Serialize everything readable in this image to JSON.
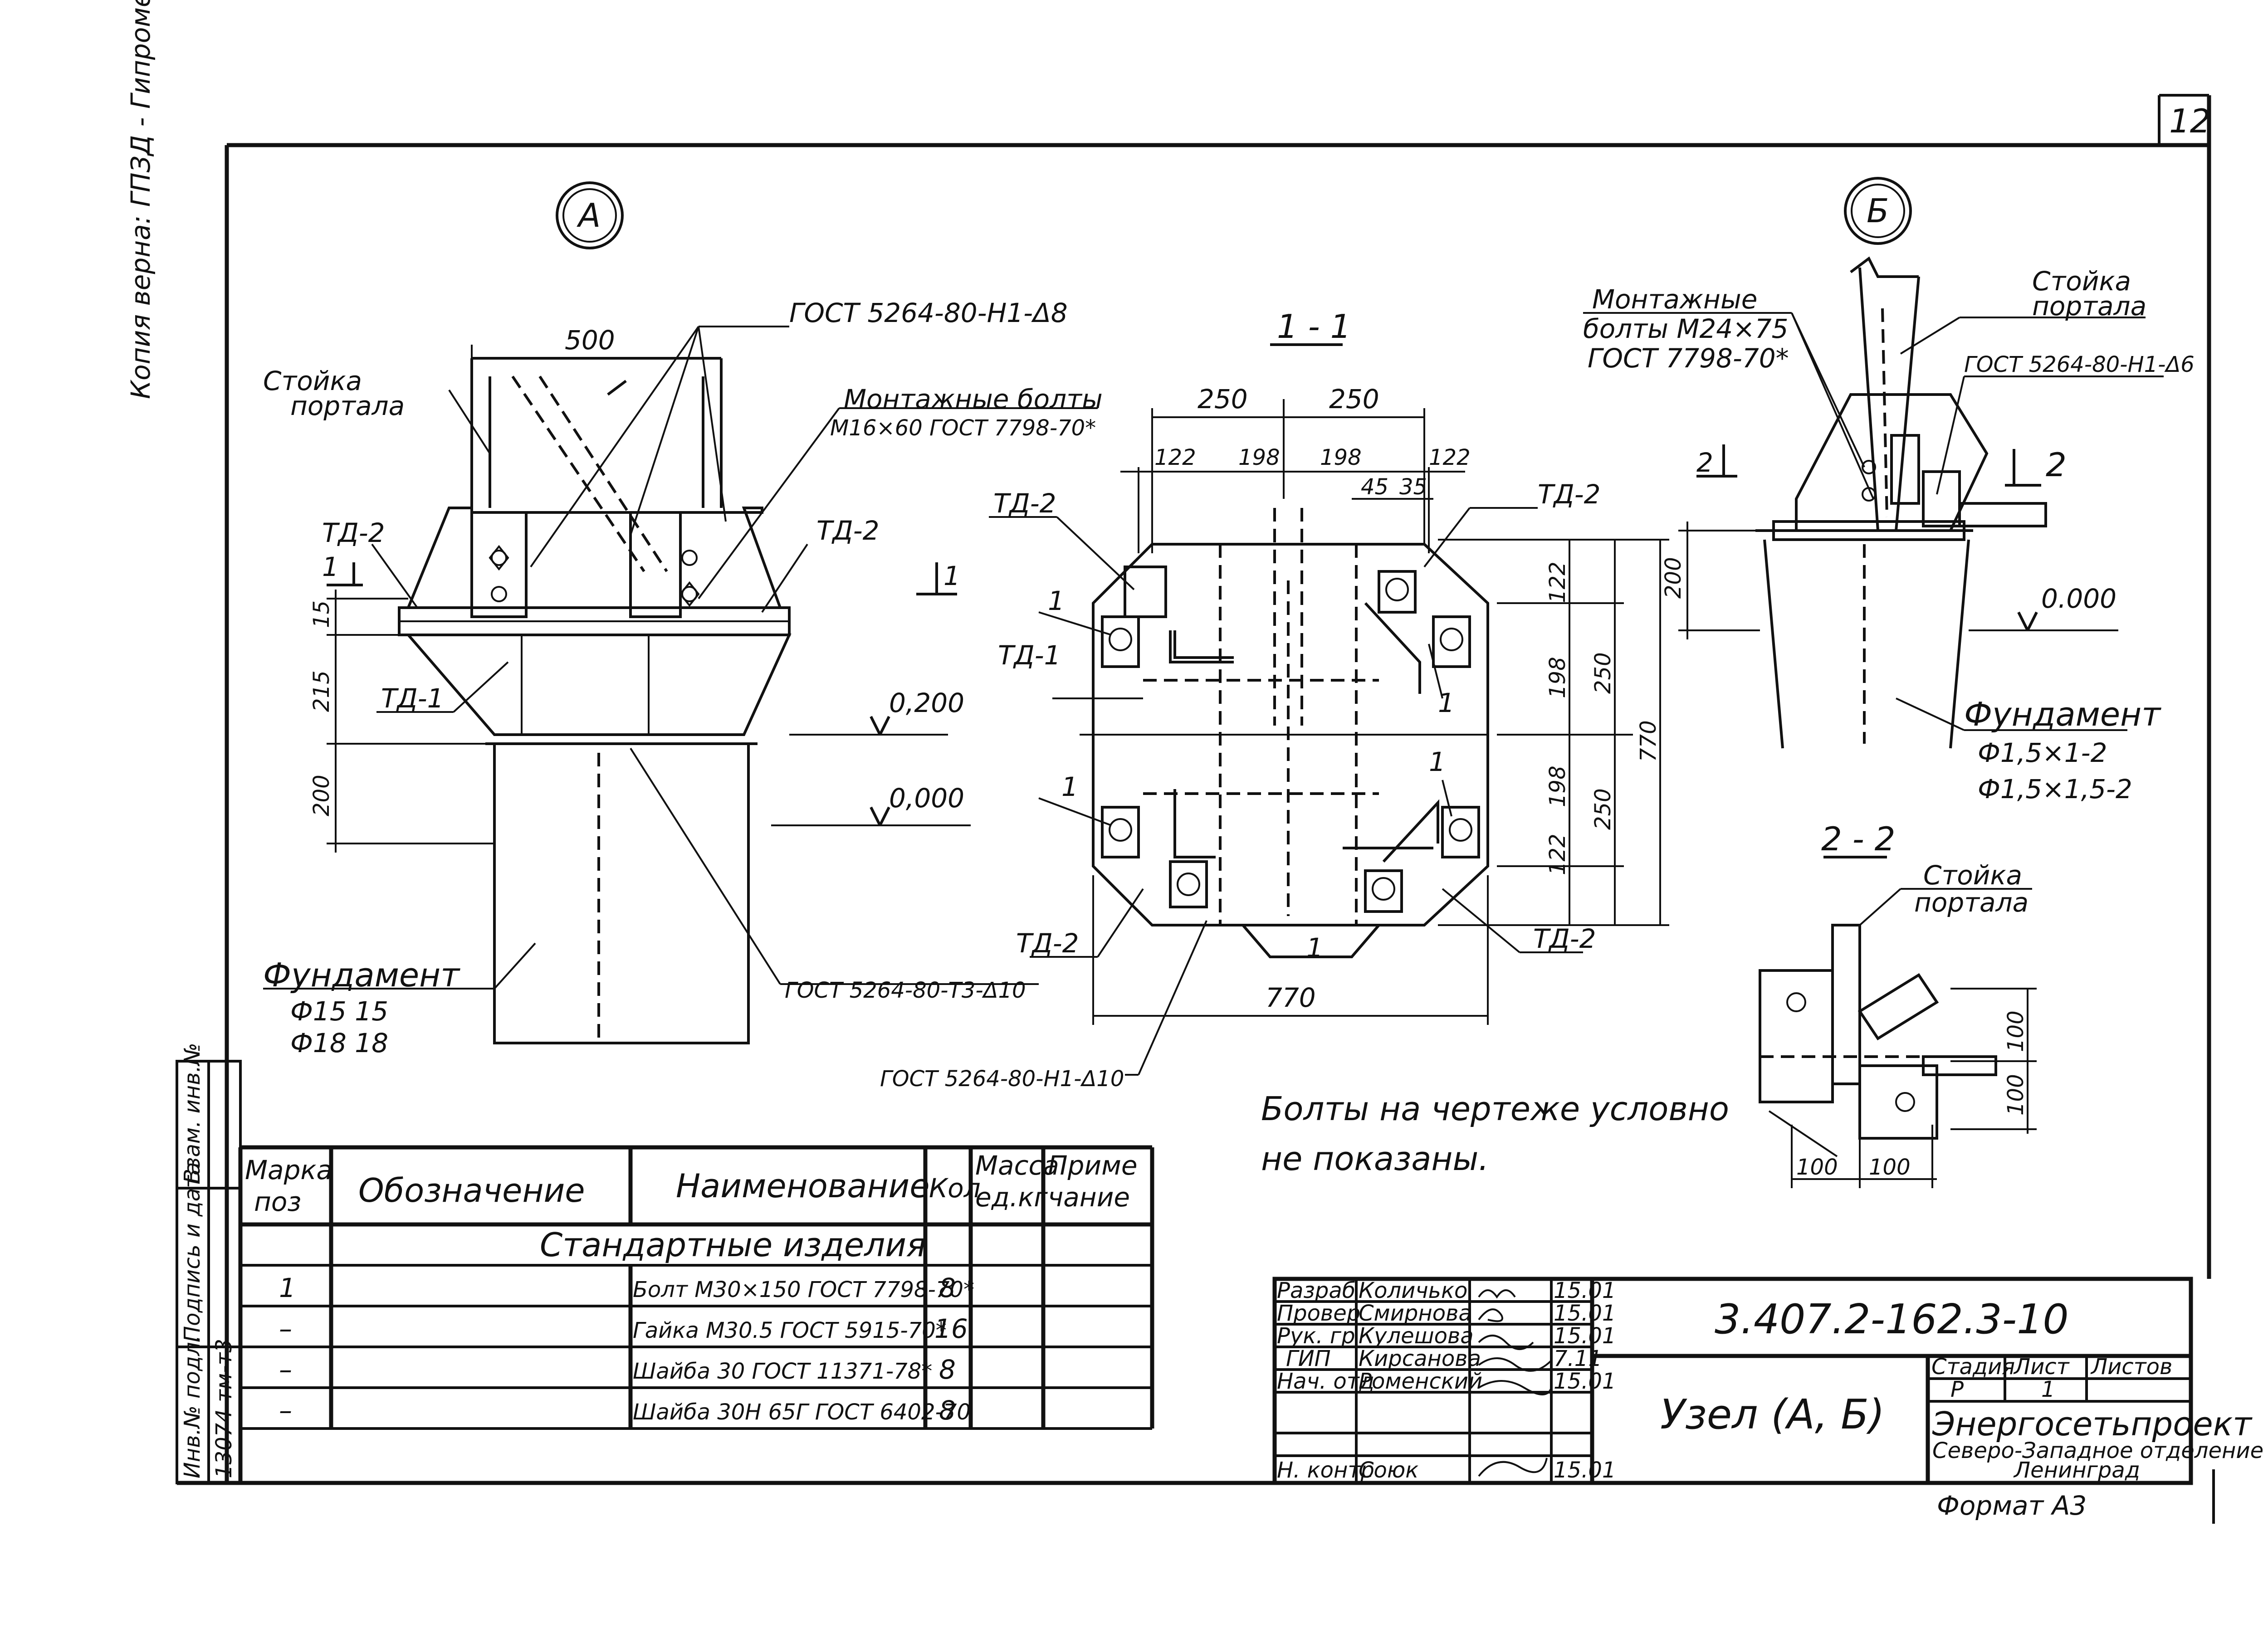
{
  "sheet_number": "12",
  "margin_note": "Копия верна: ГПЗД - Гипромез",
  "view_a": {
    "marker": "А",
    "dim_top": "500",
    "gost_top": "ГОСТ 5264-80-Н1-Δ8",
    "stand_label_1": "Стойка",
    "stand_label_2": "портала",
    "bolts_label_1": "Монтажные болты",
    "bolts_label_2": "М16×60 ГОСТ 7798-70*",
    "td2_left": "ТД-2",
    "td2_right": "ТД-2",
    "td1": "ТД-1",
    "section_mark_left": "1",
    "section_mark_right": "1",
    "dim_15": "15",
    "dim_215": "215",
    "dim_200": "200",
    "elev_top": "0,200",
    "elev_zero": "0,000",
    "gost_weld": "ГОСТ 5264-80-Т3-Δ10",
    "foundation_label": "Фундамент",
    "foundation_1": "Ф15 15",
    "foundation_2": "Ф18 18"
  },
  "section_11": {
    "title": "1 - 1",
    "dim_250_a": "250",
    "dim_250_b": "250",
    "dim_122_a": "122",
    "dim_198_a": "198",
    "dim_198_b": "198",
    "dim_122_b": "122",
    "dim_45": "45",
    "dim_35": "35",
    "td2_tl": "ТД-2",
    "td2_tr": "ТД-2",
    "td2_bl": "ТД-2",
    "td2_br": "ТД-2",
    "td1": "ТД-1",
    "pos_1a": "1",
    "pos_1b": "1",
    "pos_1c": "1",
    "pos_1d": "1",
    "pos_1e": "1",
    "v_122_a": "122",
    "v_198_a": "198",
    "v_198_b": "198",
    "v_122_b": "122",
    "v_250_a": "250",
    "v_250_b": "250",
    "v_770": "770",
    "h_770": "770",
    "gost_bottom": "ГОСТ 5264-80-Н1-Δ10"
  },
  "view_b": {
    "marker": "Б",
    "bolts_1": "Монтажные",
    "bolts_2": "болты М24×75",
    "bolts_3": "ГОСТ 7798-70*",
    "stand_1": "Стойка",
    "stand_2": "портала",
    "gost": "ГОСТ 5264-80-Н1-Δ6",
    "sec_left": "2",
    "sec_right": "2",
    "dim_200": "200",
    "elev_zero": "0.000",
    "foundation_label": "Фундамент",
    "foundation_1": "Ф1,5×1-2",
    "foundation_2": "Ф1,5×1,5-2"
  },
  "section_22": {
    "title": "2 - 2",
    "stand_1": "Стойка",
    "stand_2": "портала",
    "dim_100_a": "100",
    "dim_100_b": "100",
    "dim_100_c": "100",
    "dim_100_d": "100"
  },
  "note_1": "Болты на чертеже условно",
  "note_2": "не показаны.",
  "spec": {
    "headers": {
      "mark_1": "Марка",
      "mark_2": "поз",
      "designation": "Обозначение",
      "name": "Наименование",
      "qty": "Кол",
      "mass_1": "Масса",
      "mass_2": "ед.кг",
      "note_1": "Приме",
      "note_2": "чание"
    },
    "group": "Стандартные изделия",
    "rows": [
      {
        "mark": "1",
        "name": "Болт М30×150 ГОСТ 7798-70*",
        "qty": "8"
      },
      {
        "mark": "–",
        "name": "Гайка М30.5 ГОСТ 5915-70*",
        "qty": "16"
      },
      {
        "mark": "–",
        "name": "Шайба 30 ГОСТ 11371-78*",
        "qty": "8"
      },
      {
        "mark": "–",
        "name": "Шайба 30Н 65Г ГОСТ 6402-70",
        "qty": "8"
      }
    ]
  },
  "side_stamp": {
    "inv": "Инв.№ подл.",
    "sign_date": "Подпись и дата",
    "replace": "Взам. инв.№",
    "inv_value": "13074 тм-т3"
  },
  "title_block": {
    "roles": [
      "Разраб",
      "Провер",
      "Рук. гр",
      "ГИП",
      "Нач. отд",
      "",
      "",
      "Н. контр"
    ],
    "names": [
      "Количько",
      "Смирнова",
      "Кулешова",
      "Кирсанова",
      "Роменский",
      "",
      "",
      "Союк"
    ],
    "dates": [
      "15.01",
      "15.01",
      "15.01",
      "7.11",
      "15.01",
      "",
      "",
      "15.01"
    ],
    "code": "3.407.2-162.3-10",
    "title": "Узел (А, Б)",
    "stage_h": "Стадия",
    "sheet_h": "Лист",
    "sheets_h": "Листов",
    "stage": "Р",
    "sheet": "1",
    "org_1": "Энергосетьпроект",
    "org_2": "Северо-Западное отделение",
    "org_3": "Ленинград"
  },
  "format": "Формат А3"
}
